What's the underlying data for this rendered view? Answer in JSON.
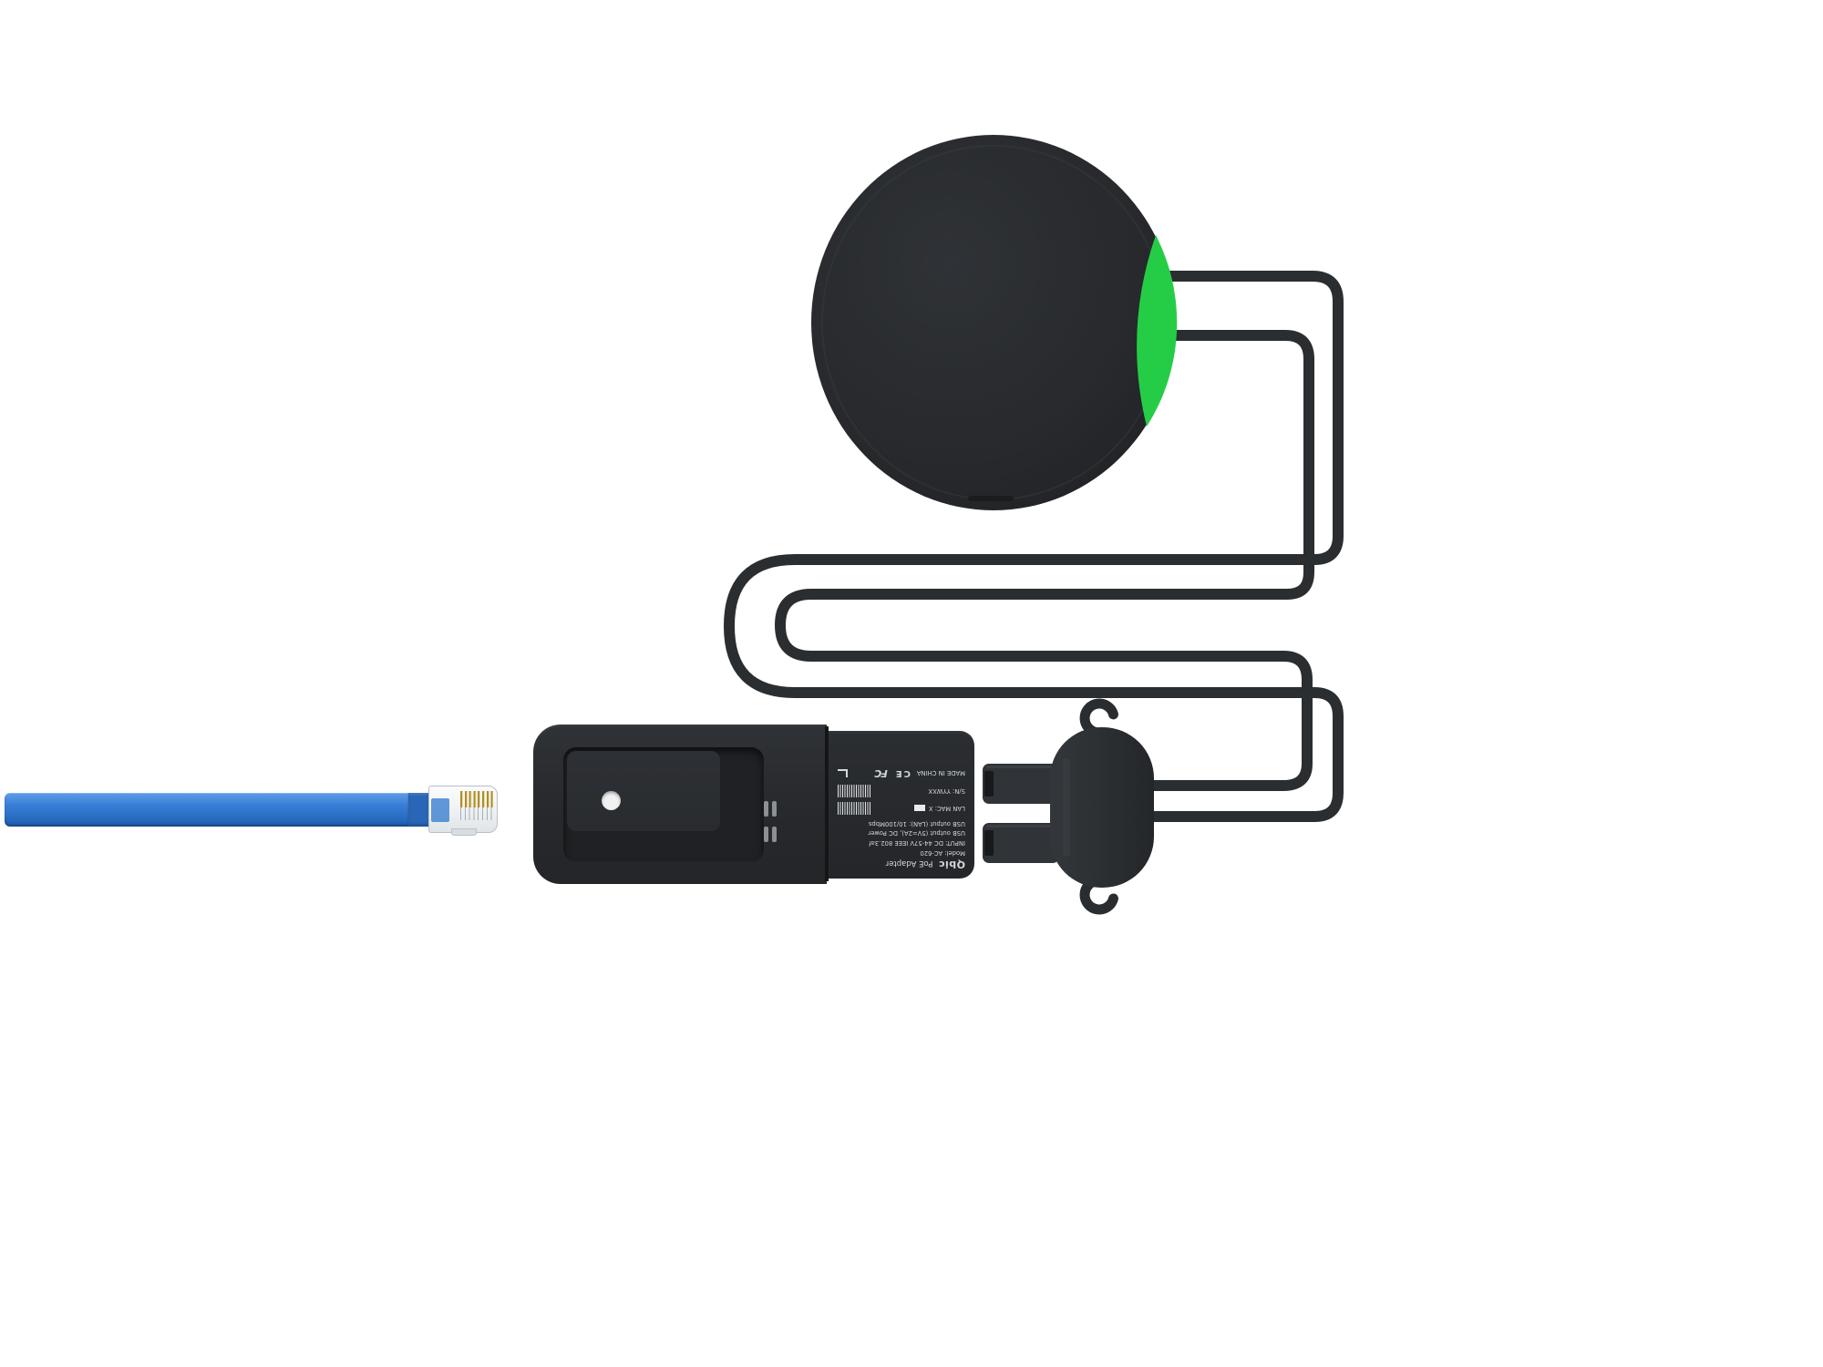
{
  "scene": {
    "type": "product-image",
    "background_color": "#ffffff",
    "description": "PoE adapter kit: round device with green accent, coiled dark power cable ending in two USB plugs held by a mounting bracket, PoE adapter with printed spec label, and a flat blue Ethernet cable with RJ45 connector"
  },
  "colors": {
    "device_body": "#26282b",
    "accent_green": "#25cd47",
    "cable_dark": "#2b2e31",
    "ethernet_blue": "#2e7cd6"
  },
  "poe_adapter": {
    "label": {
      "brand": "Qbic",
      "product": "PoE Adapter",
      "model": "Model: AC-620",
      "input": "INPUT: DC 44-57V IEEE 802.3af",
      "usb_power": "USB output (5V=2A), DC Power",
      "usb_lan": "USB output (LAN): 10/100Mbps",
      "lan_mac": "LAN MAC: X",
      "serial": "S/N: YYWXX",
      "made_in": "MADE IN CHINA",
      "cert_ce": "CE",
      "cert_fcc": "FC"
    }
  }
}
